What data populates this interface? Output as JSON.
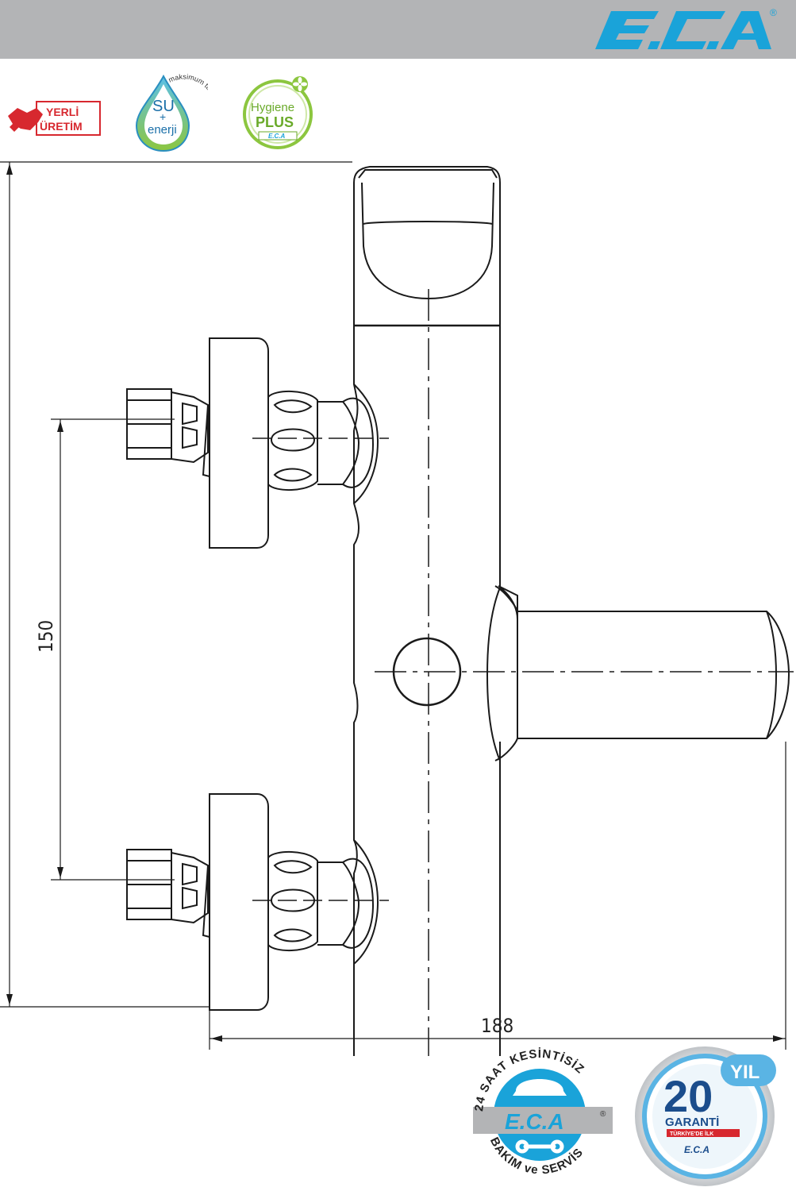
{
  "header": {
    "brand": "E.C.A",
    "registered": "®",
    "bar_color": "#b3b4b6",
    "brand_color": "#1aa3d9"
  },
  "badges": {
    "yerli_uretim": {
      "line1": "YERLİ",
      "line2": "ÜRETİM",
      "color": "#d7282f"
    },
    "su_enerji": {
      "line1": "SU",
      "line2": "+",
      "line3": "enerji",
      "arc": "maksimum tasarruf"
    },
    "hygiene_plus": {
      "line1": "Hygiene",
      "line2": "PLUS",
      "brand": "E.C.A"
    }
  },
  "drawing": {
    "dim_vertical": "150",
    "dim_horizontal": "188",
    "stroke_color": "#1a1a1a"
  },
  "service_badge": {
    "top_arc": "24 SAAT KESİNTİSİZ",
    "brand": "E.C.A",
    "registered": "®",
    "bottom_arc": "BAKIM ve SERVİS",
    "color": "#1aa3d9"
  },
  "warranty_badge": {
    "number": "20",
    "unit": "YIL",
    "label": "GARANTİ",
    "strip": "TÜRKİYE'DE İLK",
    "brand": "E.C.A",
    "color": "#1b4d8c"
  }
}
